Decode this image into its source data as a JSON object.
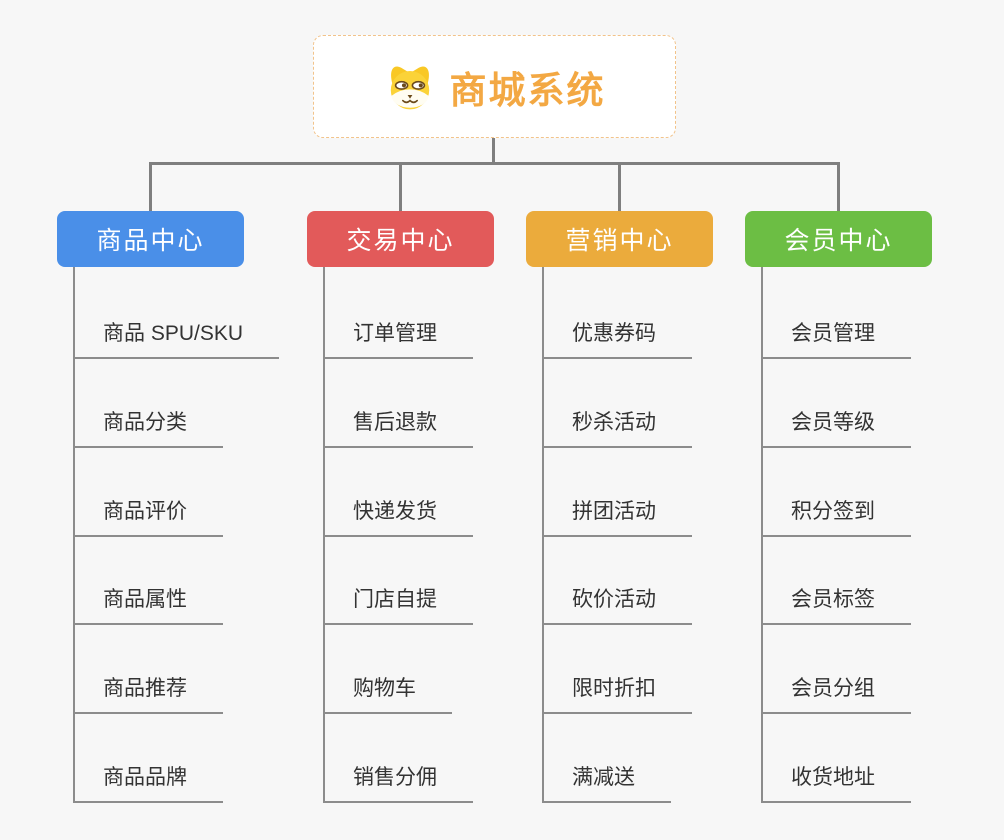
{
  "root": {
    "title": "商城系统",
    "icon": "dog-face-icon"
  },
  "branches": [
    {
      "label": "商品中心",
      "color": "#4a8fe8",
      "items": [
        "商品 SPU/SKU",
        "商品分类",
        "商品评价",
        "商品属性",
        "商品推荐",
        "商品品牌"
      ]
    },
    {
      "label": "交易中心",
      "color": "#e25a5a",
      "items": [
        "订单管理",
        "售后退款",
        "快递发货",
        "门店自提",
        "购物车",
        "销售分佣"
      ]
    },
    {
      "label": "营销中心",
      "color": "#ebab3c",
      "items": [
        "优惠券码",
        "秒杀活动",
        "拼团活动",
        "砍价活动",
        "限时折扣",
        "满减送"
      ]
    },
    {
      "label": "会员中心",
      "color": "#6cbe44",
      "items": [
        "会员管理",
        "会员等级",
        "积分签到",
        "会员标签",
        "会员分组",
        "收货地址"
      ]
    }
  ],
  "colors": {
    "background": "#f7f7f7",
    "connector_thick": "#7f7f7f",
    "connector_thin": "#8c8c8c",
    "leaf_text": "#333333",
    "root_text": "#f3a843",
    "root_border": "#f2c38a"
  }
}
